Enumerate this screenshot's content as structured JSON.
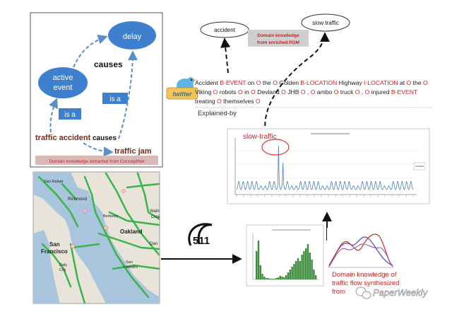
{
  "concept_panel": {
    "nodes": {
      "delay": "delay",
      "active_event_line1": "active",
      "active_event_line2": "event",
      "is_a_1": "is a",
      "is_a_2": "is a"
    },
    "edges": {
      "causes_top": "causes",
      "causes_bottom": "causes"
    },
    "terms": {
      "traffic_accident": "traffic accident",
      "traffic_jam": "traffic jam"
    },
    "caption": "Domain knowledge extracted from ConceptNet"
  },
  "pgm_panel": {
    "node_accident": "accident",
    "node_slow_traffic": "slow traffic",
    "caption_line1": "Domain knowledge",
    "caption_line2": "from enriched PGM"
  },
  "tweet": {
    "twitter_logo": "twitter",
    "tokens": [
      {
        "text": "Accident ",
        "tag": ""
      },
      {
        "text": "B-EVENT",
        "tag": "red"
      },
      {
        "text": " on ",
        "tag": ""
      },
      {
        "text": "O",
        "tag": "red"
      },
      {
        "text": " the ",
        "tag": ""
      },
      {
        "text": "O",
        "tag": "red"
      },
      {
        "text": " Golden ",
        "tag": ""
      },
      {
        "text": "B-LOCATION",
        "tag": "red"
      },
      {
        "text": " Highway ",
        "tag": ""
      },
      {
        "text": "I-LOCATION",
        "tag": "red"
      },
      {
        "text": " at ",
        "tag": ""
      },
      {
        "text": "O",
        "tag": "red"
      },
      {
        "text": " the ",
        "tag": ""
      },
      {
        "text": "O",
        "tag": "red"
      },
      {
        "text": "Viking ",
        "tag": ""
      },
      {
        "text": "O",
        "tag": "red"
      },
      {
        "text": " robots ",
        "tag": ""
      },
      {
        "text": "O",
        "tag": "red"
      },
      {
        "text": " in ",
        "tag": ""
      },
      {
        "text": "O",
        "tag": "red"
      },
      {
        "text": " Devland ",
        "tag": ""
      },
      {
        "text": "O",
        "tag": "red"
      },
      {
        "text": " JHB ",
        "tag": ""
      },
      {
        "text": "O",
        "tag": "red"
      },
      {
        "text": " , ",
        "tag": ""
      },
      {
        "text": "O",
        "tag": "red"
      },
      {
        "text": " ambo ",
        "tag": ""
      },
      {
        "text": "O",
        "tag": "red"
      },
      {
        "text": " truck ",
        "tag": ""
      },
      {
        "text": "O",
        "tag": "red"
      },
      {
        "text": " , ",
        "tag": ""
      },
      {
        "text": "O",
        "tag": "red"
      },
      {
        "text": " injured ",
        "tag": ""
      },
      {
        "text": "B-EVENT",
        "tag": "red"
      },
      {
        "text": "treating ",
        "tag": ""
      },
      {
        "text": "O",
        "tag": "red"
      },
      {
        "text": " themselves ",
        "tag": ""
      },
      {
        "text": "O",
        "tag": "red"
      }
    ],
    "explained_by": "Explained-by"
  },
  "timeseries": {
    "annotation": "slow-traffic"
  },
  "map": {
    "places": {
      "san_rafael": "San Rafael",
      "richmond": "Richmond",
      "berkeley": "Berkeley",
      "oakland": "Oakland",
      "san_francisco_1": "San",
      "san_francisco_2": "Francisco",
      "daly_city_1": "Daly",
      "daly_city_2": "City",
      "san_leandro_1": "San",
      "san_leandro_2": "Leandro",
      "walnut_creek_1": "Walnu",
      "walnut_creek_2": "Cree",
      "danville": "Dan"
    }
  },
  "logo_511": "511",
  "flow_caption": {
    "line1": "Domain knowledge of",
    "line2": "traffic flow synthesized",
    "line3": "from"
  },
  "watermark": "PaperWeekly",
  "colors": {
    "node_blue": "#3e7fce",
    "edge_blue": "#5b8fc8",
    "tag_red": "#d0242a",
    "term_brown": "#7a2a1a",
    "caption_bg": "#d9b8b8",
    "caption_red": "#cc2222",
    "road_green": "#39b54a",
    "series_blue": "#4e7fc0",
    "hist_green": "#3c8a3c"
  }
}
